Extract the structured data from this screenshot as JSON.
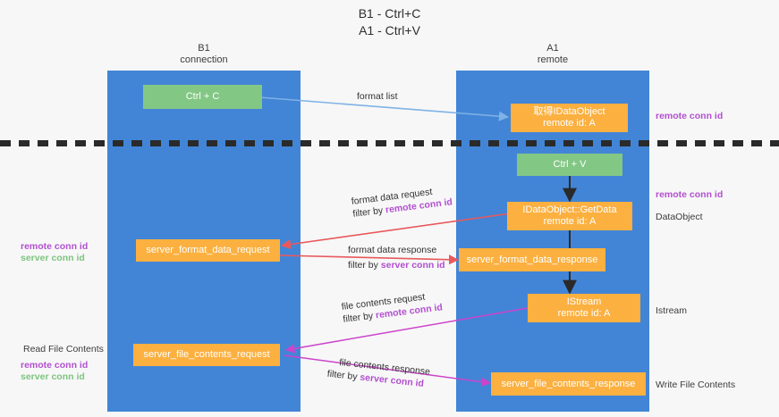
{
  "title": {
    "line1": "B1 - Ctrl+C",
    "line2": "A1 - Ctrl+V"
  },
  "colors": {
    "band": "#4285d6",
    "node_orange": "#fbb040",
    "node_green": "#83c785",
    "accent_remote": "#b24fd0",
    "accent_server": "#7dc47f",
    "edge_blue": "#7fb2e5",
    "edge_red": "#e8595c",
    "edge_magenta": "#cc44cc",
    "edge_black": "#2a2a2a",
    "background": "#f7f7f7"
  },
  "columns": [
    {
      "id": "b1",
      "title": "B1",
      "subtitle": "connection"
    },
    {
      "id": "a1",
      "title": "A1",
      "subtitle": "remote"
    }
  ],
  "nodes": [
    {
      "id": "ctrl-c",
      "label": "Ctrl + C",
      "sublabel": "",
      "color": "green"
    },
    {
      "id": "get-idataobject",
      "label": "取得IDataObject",
      "sublabel": "remote id: A",
      "color": "orange"
    },
    {
      "id": "ctrl-v",
      "label": "Ctrl + V",
      "sublabel": "",
      "color": "green"
    },
    {
      "id": "idataobject-getdata",
      "label": "IDataObject::GetData",
      "sublabel": "remote id: A",
      "color": "orange"
    },
    {
      "id": "server-format-data-request",
      "label": "server_format_data_request",
      "sublabel": "",
      "color": "orange"
    },
    {
      "id": "server-format-data-response",
      "label": "server_format_data_response",
      "sublabel": "",
      "color": "orange"
    },
    {
      "id": "istream",
      "label": "IStream",
      "sublabel": "remote id: A",
      "color": "orange"
    },
    {
      "id": "server-file-contents-request",
      "label": "server_file_contents_request",
      "sublabel": "",
      "color": "orange"
    },
    {
      "id": "server-file-contents-response",
      "label": "server_file_contents_response",
      "sublabel": "",
      "color": "orange"
    }
  ],
  "edge_labels": {
    "format_list": "format list",
    "format_data_request": "format data request",
    "format_data_request_filter_prefix": "filter by ",
    "format_data_request_filter_key": "remote conn id",
    "format_data_response": "format data response",
    "format_data_response_filter_prefix": "filter by ",
    "format_data_response_filter_key": "server conn id",
    "file_contents_request": "file contents request",
    "file_contents_request_filter_prefix": "filter by ",
    "file_contents_request_filter_key": "remote conn id",
    "file_contents_response": "file contents response",
    "file_contents_response_filter_prefix": "filter by ",
    "file_contents_response_filter_key": "server conn id"
  },
  "side_labels": {
    "right_remote_conn_id_top": "remote conn id",
    "right_remote_conn_id_mid": "remote conn id",
    "right_dataobject": "DataObject",
    "right_istream": "Istream",
    "right_write_file_contents": "Write File Contents",
    "left_remote_conn_id_mid": "remote conn id",
    "left_server_conn_id_mid": "server conn id",
    "left_read_file_contents": "Read File Contents",
    "left_remote_conn_id_bottom": "remote conn id",
    "left_server_conn_id_bottom": "server conn id"
  }
}
